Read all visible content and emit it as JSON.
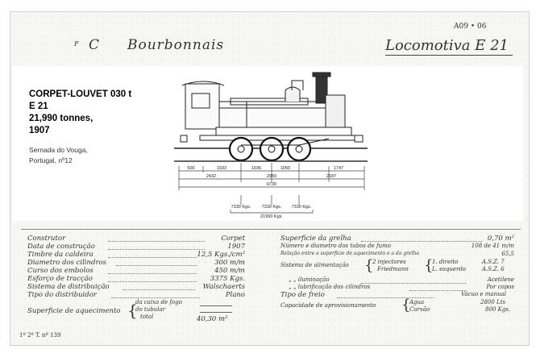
{
  "header": {
    "ref": "A09 • 06",
    "prefix": "C",
    "railway": "Bourbonnais",
    "locomotive": "Locomotiva E 21"
  },
  "caption": {
    "lines": [
      "CORPET-LOUVET 030 t",
      "E 21",
      "21,990 tonnes,",
      "1907"
    ],
    "location_lines": [
      "Sernada do Vouga,",
      "Portugal, nº12"
    ]
  },
  "dimensions": {
    "top": [
      "500",
      "1933",
      "1036",
      "1050",
      "1747"
    ],
    "mid": [
      "2432",
      "2050",
      "2187"
    ],
    "total": "6730",
    "axle_loads": [
      "7330 Kgs.",
      "7330 Kgs.",
      "7330 Kgs."
    ],
    "total_weight": "21990 Kgs."
  },
  "specs_left": [
    {
      "label": "Construtor",
      "value": "Corpet"
    },
    {
      "label": "Data de construção",
      "value": "1907"
    },
    {
      "label": "Timbre da caldeira",
      "value": "12,5 Kgs./cm²"
    },
    {
      "label": "Diametro dos cilindros",
      "value": "300 m/m"
    },
    {
      "label": "Curso dos embolos",
      "value": "450 m/m"
    },
    {
      "label": "Esforço de tracção",
      "value": "3375 Kgs."
    },
    {
      "label": "Sistema de distribuição",
      "value": "Walschaerts"
    },
    {
      "label": "Tipo do distribuidor",
      "value": "Plano"
    }
  ],
  "heating": {
    "label": "Superficie de aquecimento",
    "parts": [
      "da caixa de fogo",
      "do tubular",
      "total"
    ],
    "total_value": "40,30 m²"
  },
  "specs_right": [
    {
      "label": "Superficie da grelha",
      "value": "0,70 m²"
    },
    {
      "label": "Número e diametro dos tubos de fumo",
      "value": "108 de 41 m/m"
    },
    {
      "label": "Relação entre a superficie de aquecimento e a da grelha",
      "value": "65,5"
    }
  ],
  "alimentacao": {
    "label": "Sistema de alimentação",
    "types": [
      "2 injectores",
      "Friedmann"
    ],
    "sides": [
      "1. direito",
      "L. esquerdo"
    ],
    "models": [
      "A.S.Z. 7",
      "A.S.Z. 6"
    ]
  },
  "specs_right2": [
    {
      "label": "„ „ iluminação",
      "value": "Acetilene"
    },
    {
      "label": "„ „ lubrificação dos cilindros",
      "value": "Por copos"
    },
    {
      "label": "Tipo de freio",
      "value": "Vácuo e manual"
    }
  ],
  "capacidade": {
    "label": "Capacidade de aprovisionamento",
    "items": [
      {
        "label": "Agua",
        "value": "2800 Lts"
      },
      {
        "label": "Carvão",
        "value": "800 Kgs."
      }
    ]
  },
  "footer": {
    "stamp": "1º 2º T. nº 139"
  }
}
